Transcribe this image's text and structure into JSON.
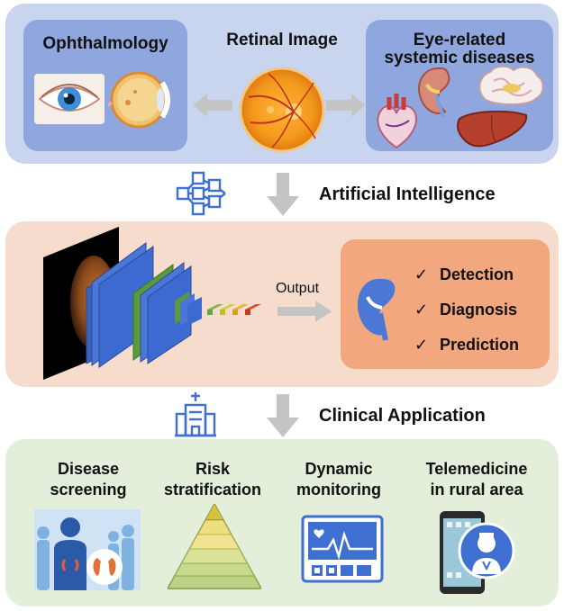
{
  "top": {
    "ophthalmology": "Ophthalmology",
    "retinal_image": "Retinal Image",
    "systemic_line1": "Eye-related",
    "systemic_line2": "systemic diseases"
  },
  "ai_label": "Artificial Intelligence",
  "middle": {
    "output_label": "Output",
    "outputs": [
      "Detection",
      "Diagnosis",
      "Prediction"
    ],
    "tick": "✓"
  },
  "clinical_label": "Clinical Application",
  "applications": [
    {
      "line1": "Disease",
      "line2": "screening"
    },
    {
      "line1": "Risk",
      "line2": "stratification"
    },
    {
      "line1": "Dynamic",
      "line2": "monitoring"
    },
    {
      "line1": "Telemedicine",
      "line2": "in rural area"
    }
  ],
  "colors": {
    "top_panel": "#c9d4ef",
    "card_blue": "#8fa6df",
    "mid_panel": "#f6dccd",
    "output_card": "#f2a77e",
    "bottom_panel": "#e3eedb",
    "arrow_gray": "#c8c8c8",
    "icon_blue": "#3f6fd0"
  },
  "icons": [
    "eye-icon",
    "eyeball-cross-section-icon",
    "retina-icon",
    "heart-icon",
    "kidney-icon",
    "brain-icon",
    "liver-icon",
    "neural-network-icon",
    "cnn-layers-icon",
    "hospital-icon",
    "population-screening-icon",
    "risk-pyramid-icon",
    "monitor-ecg-icon",
    "smartphone-doctor-icon"
  ]
}
